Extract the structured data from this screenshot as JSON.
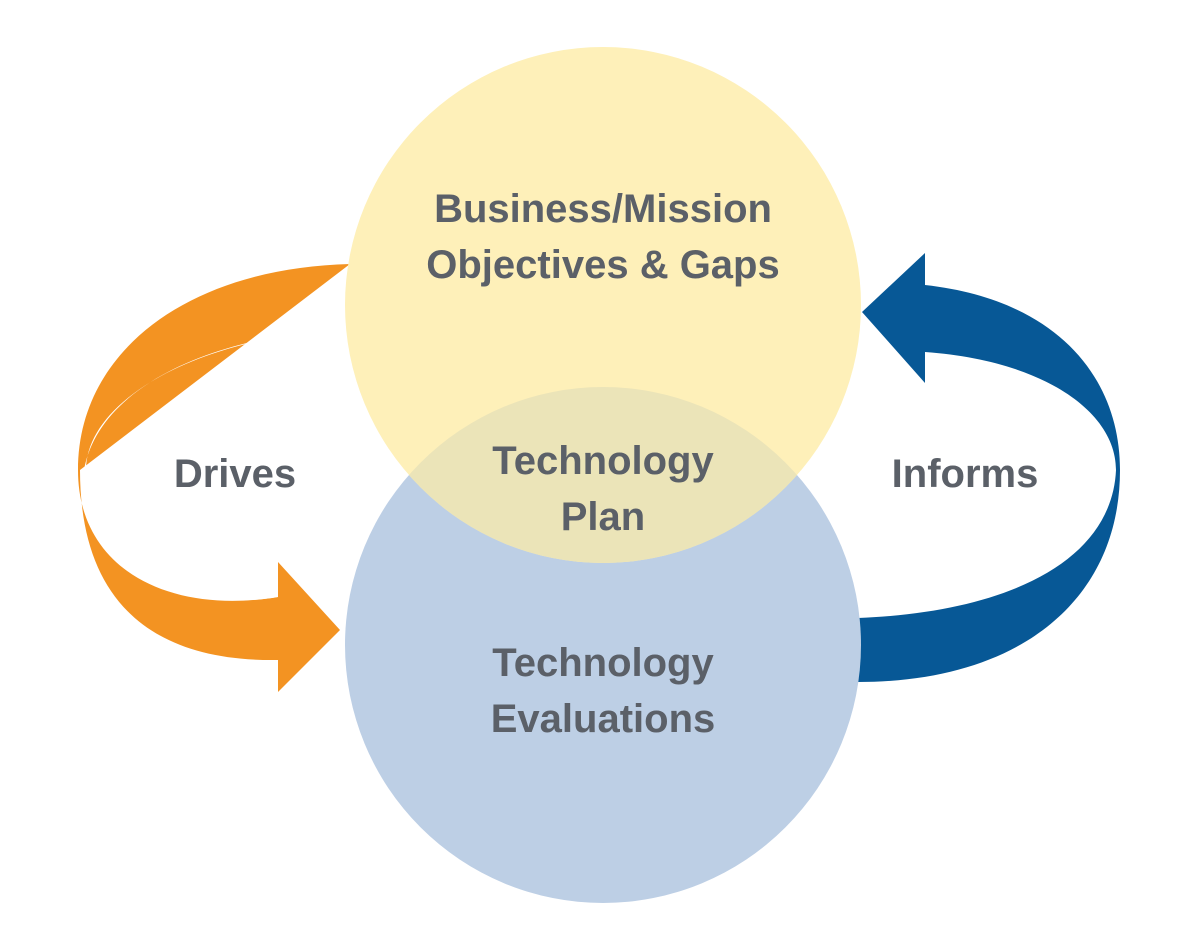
{
  "diagram": {
    "top_circle": {
      "line1": "Business/Mission",
      "line2": "Objectives & Gaps",
      "color": "#fef0b9"
    },
    "bottom_circle": {
      "line1": "Technology",
      "line2": "Evaluations",
      "color": "#bdcfe5"
    },
    "overlap": {
      "line1": "Technology",
      "line2": "Plan",
      "color": "#ebe4b8"
    },
    "left_arrow": {
      "label": "Drives",
      "color": "#f39322"
    },
    "right_arrow": {
      "label": "Informs",
      "color": "#075896"
    },
    "text_color": "#5b6068"
  }
}
